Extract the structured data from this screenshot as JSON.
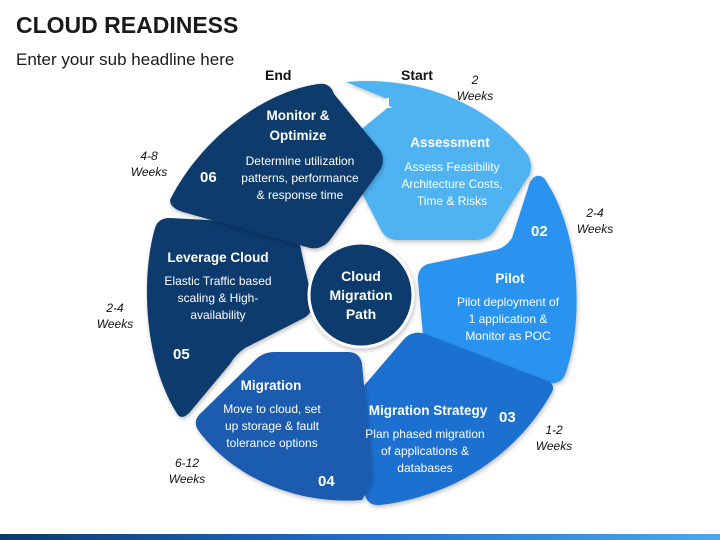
{
  "title": "CLOUD READINESS",
  "subtitle": "Enter your sub headline here",
  "labels": {
    "end": "End",
    "start": "Start"
  },
  "center": {
    "line1": "Cloud",
    "line2": "Migration",
    "line3": "Path"
  },
  "colors": {
    "step1": "#4fb3f2",
    "step2": "#2b93f0",
    "step3": "#1e6fd0",
    "step4": "#1a5cb0",
    "step5": "#0d3b6e",
    "step6": "#0e3a6c",
    "center": "#0d3b6e"
  },
  "steps": [
    {
      "num": "01",
      "title": "Assessment",
      "lines": [
        "Assess Feasibility",
        "Architecture Costs,",
        "Time & Risks"
      ],
      "duration": [
        "2",
        "Weeks"
      ]
    },
    {
      "num": "02",
      "title": "Pilot",
      "lines": [
        "Pilot deployment of",
        "1 application &",
        "Monitor as POC"
      ],
      "duration": [
        "2-4",
        "Weeks"
      ]
    },
    {
      "num": "03",
      "title": "Migration Strategy",
      "lines": [
        "Plan phased migration",
        "of applications &",
        "databases"
      ],
      "duration": [
        "1-2",
        "Weeks"
      ]
    },
    {
      "num": "04",
      "title": "Migration",
      "lines": [
        "Move to cloud, set",
        "up storage & fault",
        "tolerance options"
      ],
      "duration": [
        "6-12",
        "Weeks"
      ]
    },
    {
      "num": "05",
      "title": "Leverage Cloud",
      "lines": [
        "Elastic Traffic based",
        "scaling & High-",
        "availability"
      ],
      "duration": [
        "2-4",
        "Weeks"
      ]
    },
    {
      "num": "06",
      "title": "Monitor &",
      "title2": "Optimize",
      "lines": [
        "Determine utilization",
        "patterns, performance",
        "& response time"
      ],
      "duration": [
        "4-8",
        "Weeks"
      ]
    }
  ]
}
